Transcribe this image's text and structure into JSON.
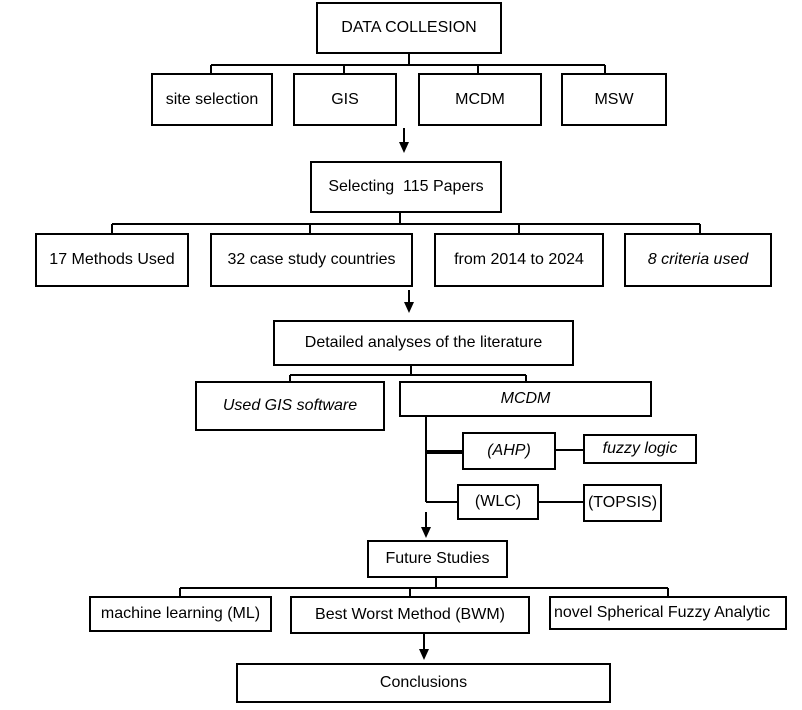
{
  "diagram": {
    "data_collection": "DATA COLLESION",
    "topics": [
      "site selection",
      "GIS",
      "MCDM",
      "MSW"
    ],
    "selection": "Selecting  115 Papers",
    "stats": [
      "17 Methods Used",
      "32 case study countries",
      "from 2014 to 2024",
      "8 criteria used"
    ],
    "analysis": "Detailed analyses of the literature",
    "analysis_branches": [
      "Used GIS software",
      "MCDM"
    ],
    "mcdm_methods": [
      "(AHP)",
      "fuzzy logic",
      "(WLC)",
      "(TOPSIS)"
    ],
    "future": "Future Studies",
    "future_items": [
      "machine learning (ML)",
      "Best Worst Method (BWM)",
      "novel Spherical Fuzzy Analytic"
    ],
    "conclusions": "Conclusions"
  }
}
